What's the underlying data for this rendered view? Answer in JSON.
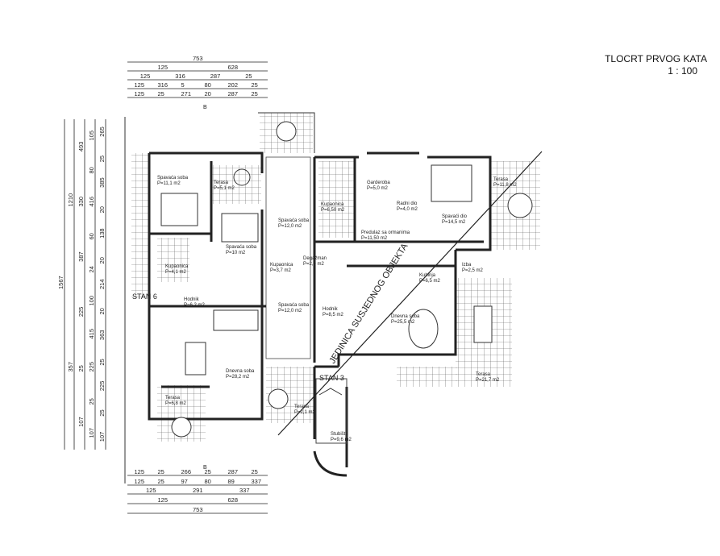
{
  "title": {
    "heading": "TLOCRT PRVOG KATA",
    "scale": "1 : 100"
  },
  "units": [
    "STAN 6",
    "STAN 3"
  ],
  "neighbor_label": "JEDINICA SUSJEDNOG OBJEKTA",
  "section_marker": "B",
  "rooms": [
    {
      "name": "Spavaća soba",
      "area": "P=11,1 m2"
    },
    {
      "name": "Terasa",
      "area": "P=5,1 m2"
    },
    {
      "name": "Spavaća soba",
      "area": "P=10 m2"
    },
    {
      "name": "Kupaonica",
      "area": "P=4,1 m2"
    },
    {
      "name": "Hodnik",
      "area": "P=6,2 m2"
    },
    {
      "name": "Dnevna soba",
      "area": "P=28,2 m2"
    },
    {
      "name": "Terasa",
      "area": "P=6,8 m2"
    },
    {
      "name": "Spavaća soba",
      "area": "P=12,0 m2"
    },
    {
      "name": "Kupaonica",
      "area": "P=3,7 m2"
    },
    {
      "name": "Spavaća soba",
      "area": "P=12,0 m2"
    },
    {
      "name": "Degažman",
      "area": "P=2,0 m2"
    },
    {
      "name": "Terasa",
      "area": "P=2,1 m2"
    },
    {
      "name": "Kupaonica",
      "area": "P=6,50 m2"
    },
    {
      "name": "Garderoba",
      "area": "P=5,0 m2"
    },
    {
      "name": "Radni dio",
      "area": "P=4,0 m2"
    },
    {
      "name": "Spavaći dio",
      "area": "P=14,5 m2"
    },
    {
      "name": "Terasa",
      "area": "P=11,8 m2"
    },
    {
      "name": "Predulaz sa ormanima",
      "area": "P=11,50 m2"
    },
    {
      "name": "Izba",
      "area": "P=2,5 m2"
    },
    {
      "name": "Kuhinja",
      "area": "P=6,5 m2"
    },
    {
      "name": "Hodnik",
      "area": "P=8,5 m2"
    },
    {
      "name": "Dnevna soba",
      "area": "P=25,5 m2"
    },
    {
      "name": "Terasa",
      "area": "P=21,7 m2"
    },
    {
      "name": "Stubište",
      "area": "P=9,6 m2"
    }
  ],
  "dimensions": {
    "top": [
      [
        "753"
      ],
      [
        "125",
        "628"
      ],
      [
        "125",
        "316",
        "287",
        "25"
      ],
      [
        "125",
        "316",
        "5",
        "80",
        "202",
        "25"
      ],
      [
        "125",
        "25",
        "271",
        "20",
        "287",
        "25"
      ]
    ],
    "bottom": [
      [
        "125",
        "25",
        "266",
        "25",
        "287",
        "25"
      ],
      [
        "125",
        "25",
        "97",
        "80",
        "89",
        "337"
      ],
      [
        "125",
        "291",
        "337"
      ],
      [
        "125",
        "628"
      ],
      [
        "753"
      ]
    ],
    "left": [
      [
        "1567"
      ],
      [
        "1210",
        "357"
      ],
      [
        "493",
        "330",
        "387",
        "225",
        "25",
        "107"
      ],
      [
        "105",
        "80",
        "416",
        "60",
        "24",
        "100",
        "415",
        "225",
        "25",
        "107"
      ],
      [
        "265",
        "25",
        "385",
        "20",
        "138",
        "20",
        "214",
        "20",
        "363",
        "25",
        "225",
        "25",
        "107"
      ]
    ]
  }
}
